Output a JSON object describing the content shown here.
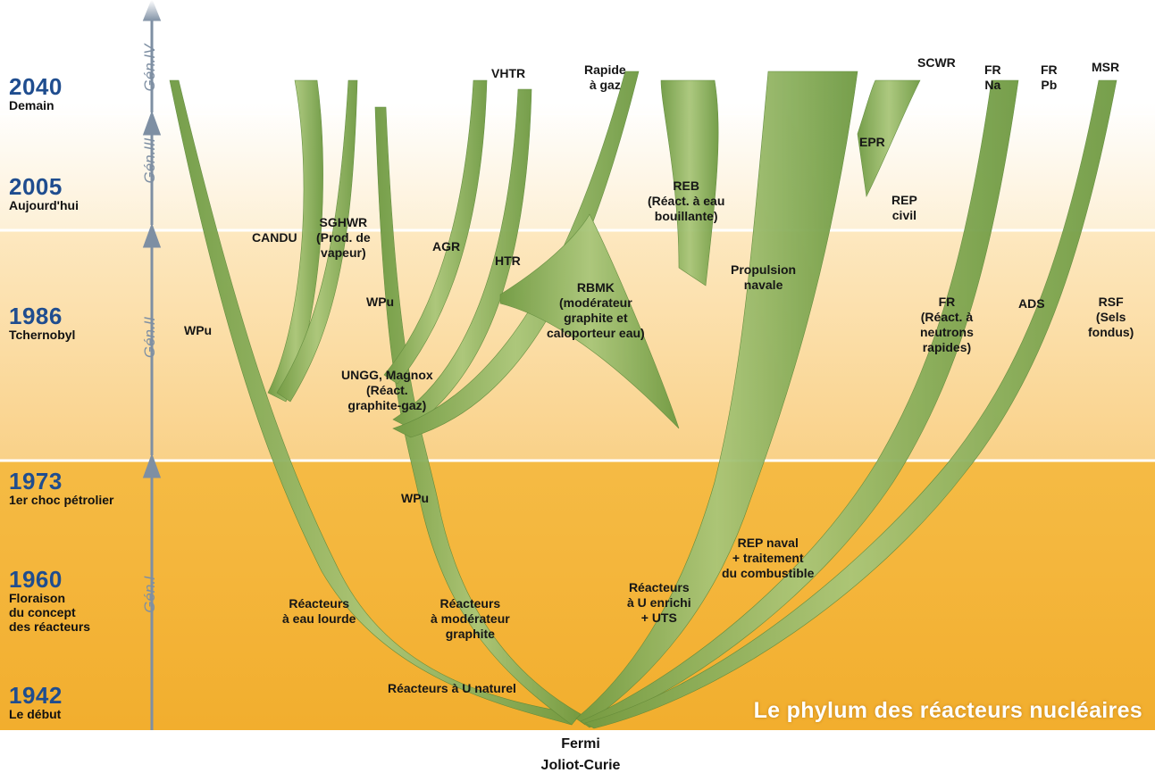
{
  "eras": [
    {
      "year": "2040",
      "sub1": "Demain",
      "sub2": ""
    },
    {
      "year": "2005",
      "sub1": "Aujourd'hui",
      "sub2": ""
    },
    {
      "year": "1986",
      "sub1": "Tchernobyl",
      "sub2": ""
    },
    {
      "year": "1973",
      "sub1": "1er choc pétrolier",
      "sub2": ""
    },
    {
      "year": "1960",
      "sub1": "Floraison",
      "sub2": "du concept",
      "sub3": "des réacteurs"
    },
    {
      "year": "1942",
      "sub1": "Le début",
      "sub2": ""
    }
  ],
  "generations": [
    "Gén.IV",
    "Gén.III",
    "Gén.II",
    "Gén.I"
  ],
  "reactors": {
    "vhtr": "VHTR",
    "rapide_gaz": [
      "Rapide",
      "à gaz"
    ],
    "scwr": "SCWR",
    "fr_na": [
      "FR",
      "Na"
    ],
    "fr_pb": [
      "FR",
      "Pb"
    ],
    "msr": "MSR",
    "epr": "EPR",
    "candu": "CANDU",
    "sghwr": [
      "SGHWR",
      "(Prod. de",
      "vapeur)"
    ],
    "agr": "AGR",
    "htr": "HTR",
    "reb": [
      "REB",
      "(Réact. à eau",
      "bouillante)"
    ],
    "rep_civil": [
      "REP",
      "civil"
    ],
    "rbmk": [
      "RBMK",
      "(modérateur",
      "graphite et",
      "caloporteur eau)"
    ],
    "propulsion": [
      "Propulsion",
      "navale"
    ],
    "wpu_left": "WPu",
    "wpu_mid": "WPu",
    "wpu_low": "WPu",
    "fr_rapides": [
      "FR",
      "(Réact. à",
      "neutrons",
      "rapides)"
    ],
    "ads": "ADS",
    "rsf": [
      "RSF",
      "(Sels",
      "fondus)"
    ],
    "ungg": [
      "UNGG, Magnox",
      "(Réact.",
      "graphite-gaz)"
    ],
    "rep_naval": [
      "REP naval",
      "+ traitement",
      "du combustible"
    ],
    "eau_lourde": [
      "Réacteurs",
      "à eau lourde"
    ],
    "moderateur": [
      "Réacteurs",
      "à modérateur",
      "graphite"
    ],
    "u_enrichi": [
      "Réacteurs",
      "à U enrichi",
      "+ UTS"
    ],
    "u_naturel": "Réacteurs à U naturel"
  },
  "title": "Le phylum des réacteurs nucléaires",
  "origin": [
    "Fermi",
    "Joliot-Curie"
  ],
  "colors": {
    "band_top": "#ffffff",
    "band_mid": "#fbe3b2",
    "band_low": "#f7c86a",
    "band_bottom": "#f2b230",
    "branch": "#8fb25a",
    "branch_dark": "#5e8a3a",
    "year": "#1f4d8f",
    "axis": "#7e8fa3"
  }
}
